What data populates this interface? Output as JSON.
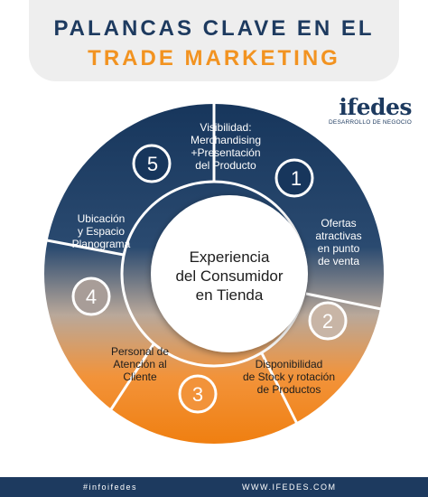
{
  "title": {
    "line1": "PALANCAS CLAVE EN EL",
    "line2": "TRADE MARKETING"
  },
  "brand": {
    "name": "ifedes",
    "tagline": "DESARROLLO DE NEGOCIO"
  },
  "center": {
    "text": "Experiencia\ndel Consumidor\nen Tienda"
  },
  "segments": [
    {
      "number": "1",
      "label": "Visibilidad:\nMerchandising\n+Presentación\ndel Producto"
    },
    {
      "number": "2",
      "label": "Ofertas\natractivas\nen punto\nde venta"
    },
    {
      "number": "3",
      "label": "Disponibilidad\nde Stock y rotación\nde Productos"
    },
    {
      "number": "4",
      "label": "Personal de\nAtención al\nCliente"
    },
    {
      "number": "5",
      "label": "Ubicación\ny Espacio\nPlanograma"
    }
  ],
  "colors": {
    "navy": "#1d3a5f",
    "orange": "#f29321"
  },
  "footer": {
    "hashtag": "#infoifedes",
    "website": "WWW.IFEDES.COM"
  }
}
